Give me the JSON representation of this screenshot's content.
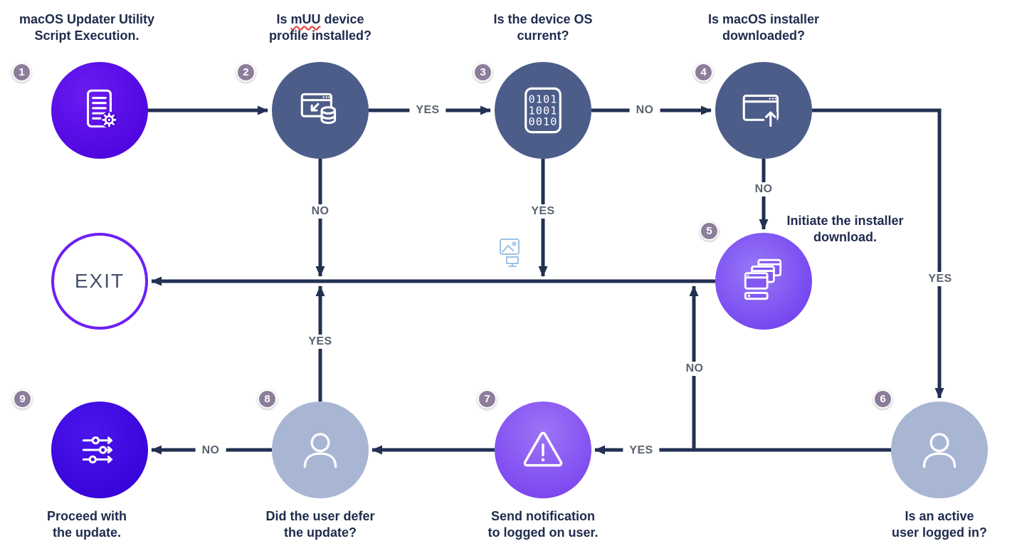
{
  "colors": {
    "arrow": "#223052",
    "node_label_text": "#202c4e",
    "edge_label_text": "#5a6270",
    "badge_background": "#8c7e9b",
    "slate_node": "#4d5d89",
    "gray_node": "#a9b6d3",
    "violet_node": "#5408e6",
    "purple_node": "#8257f2",
    "deep_violet_node": "#3f08e0",
    "exit_ring": "#6d20f4",
    "misspelling_underline": "#e0392f",
    "placeholder_icon": "#9cc2e5"
  },
  "nodes": {
    "n1": {
      "num": "1",
      "label_lines": [
        "macOS Updater Utility",
        "Script Execution."
      ],
      "icon": "script-gear-icon"
    },
    "n2": {
      "num": "2",
      "label_line1_pre": "Is ",
      "label_line1_word": "mUU",
      "label_line1_post": " device",
      "label_line2": "profile installed?",
      "icon": "app-window-database-icon"
    },
    "n3": {
      "num": "3",
      "label_lines": [
        "Is the device OS",
        "current?"
      ],
      "binary": [
        "0101",
        "1001",
        "0010"
      ],
      "icon": "binary-code-icon"
    },
    "n4": {
      "num": "4",
      "label_lines": [
        "Is macOS installer",
        "downloaded?"
      ],
      "icon": "app-window-upload-icon"
    },
    "n5": {
      "num": "5",
      "label_lines": [
        "Initiate the installer",
        "download."
      ],
      "icon": "cascading-windows-icon"
    },
    "n6": {
      "num": "6",
      "label_lines": [
        "Is an active",
        "user logged in?"
      ],
      "icon": "user-icon"
    },
    "n7": {
      "num": "7",
      "label_lines": [
        "Send notification",
        "to logged on user."
      ],
      "icon": "warning-triangle-icon"
    },
    "n8": {
      "num": "8",
      "label_lines": [
        "Did the user defer",
        "the update?"
      ],
      "icon": "user-icon"
    },
    "n9": {
      "num": "9",
      "label_lines": [
        "Proceed with",
        "the update."
      ],
      "icon": "sliders-icon"
    },
    "exit": {
      "label": "EXIT"
    }
  },
  "edges": {
    "n1_n2": {
      "from": "1",
      "to": "2",
      "label": ""
    },
    "n2_n3": {
      "from": "2",
      "to": "3",
      "label": "YES"
    },
    "n2_exit": {
      "from": "2",
      "to": "EXIT",
      "label": "NO"
    },
    "n3_n4": {
      "from": "3",
      "to": "4",
      "label": "NO"
    },
    "n3_exit": {
      "from": "3",
      "to": "EXIT",
      "label": "YES"
    },
    "n4_n5": {
      "from": "4",
      "to": "5",
      "label": "NO"
    },
    "n4_n6": {
      "from": "4",
      "to": "6",
      "label": "YES"
    },
    "n5_exit": {
      "from": "5",
      "to": "EXIT",
      "label": ""
    },
    "n6_n7": {
      "from": "6",
      "to": "7",
      "label": "YES"
    },
    "n6_exit": {
      "from": "6",
      "to": "EXIT",
      "label": "NO"
    },
    "n7_n8": {
      "from": "7",
      "to": "8",
      "label": ""
    },
    "n8_n9": {
      "from": "8",
      "to": "9",
      "label": "NO"
    },
    "n8_exit": {
      "from": "8",
      "to": "EXIT",
      "label": "YES"
    }
  }
}
